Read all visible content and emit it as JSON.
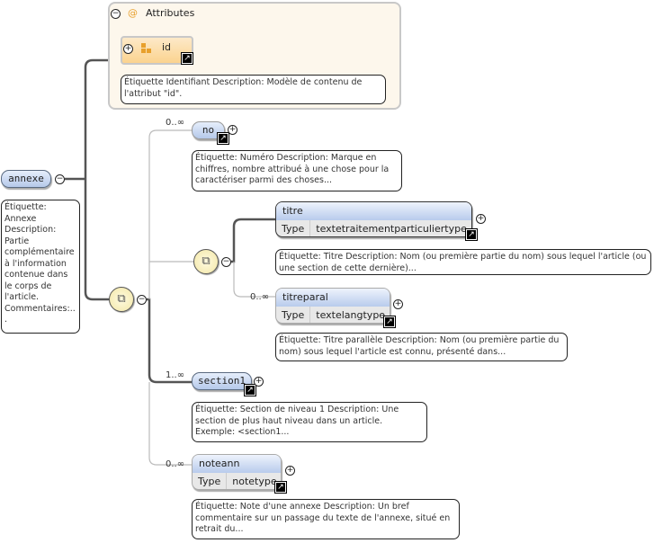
{
  "attributes": {
    "title": "Attributes",
    "at_symbol": "@",
    "items": [
      {
        "name": "id",
        "annotation": "Étiquette Identifiant Description: Modèle de contenu de l'attribut \"id\"."
      }
    ]
  },
  "root": {
    "name": "annexe",
    "annotation": "Étiquette: Annexe Description: Partie complémentaire à l'information contenue dans le corps de l'article. Commentaires:.. ."
  },
  "elements": {
    "no": {
      "name": "no",
      "cardinality": "0..∞",
      "annotation": "Étiquette: Numéro Description: Marque en chiffres, nombre attribué à une chose pour la caractériser parmi des choses..."
    },
    "titre": {
      "name": "titre",
      "type_label": "Type",
      "type": "textetraitementparticuliertype",
      "annotation": "Étiquette: Titre Description: Nom (ou première partie du nom) sous lequel l'article (ou une section de cette dernière)..."
    },
    "titreparal": {
      "name": "titreparal",
      "cardinality": "0..∞",
      "type_label": "Type",
      "type": "textelangtype",
      "annotation": "Étiquette: Titre parallèle Description: Nom (ou première partie du nom) sous lequel l'article est connu, présenté dans..."
    },
    "section1": {
      "name": "section1",
      "cardinality": "1..∞",
      "annotation": "Étiquette: Section de niveau 1 Description: Une section de plus haut niveau dans un article. Exemple: <section1..."
    },
    "noteann": {
      "name": "noteann",
      "cardinality": "0..∞",
      "type_label": "Type",
      "type": "notetype",
      "annotation": "Étiquette: Note d'une annexe Description: Un bref commentaire sur un passage du texte de l'annexe, situé en retrait du..."
    }
  },
  "icons": {
    "collapse": "−",
    "expand": "+",
    "link": "↗",
    "sequence": "⧉",
    "attribute": "▪"
  }
}
